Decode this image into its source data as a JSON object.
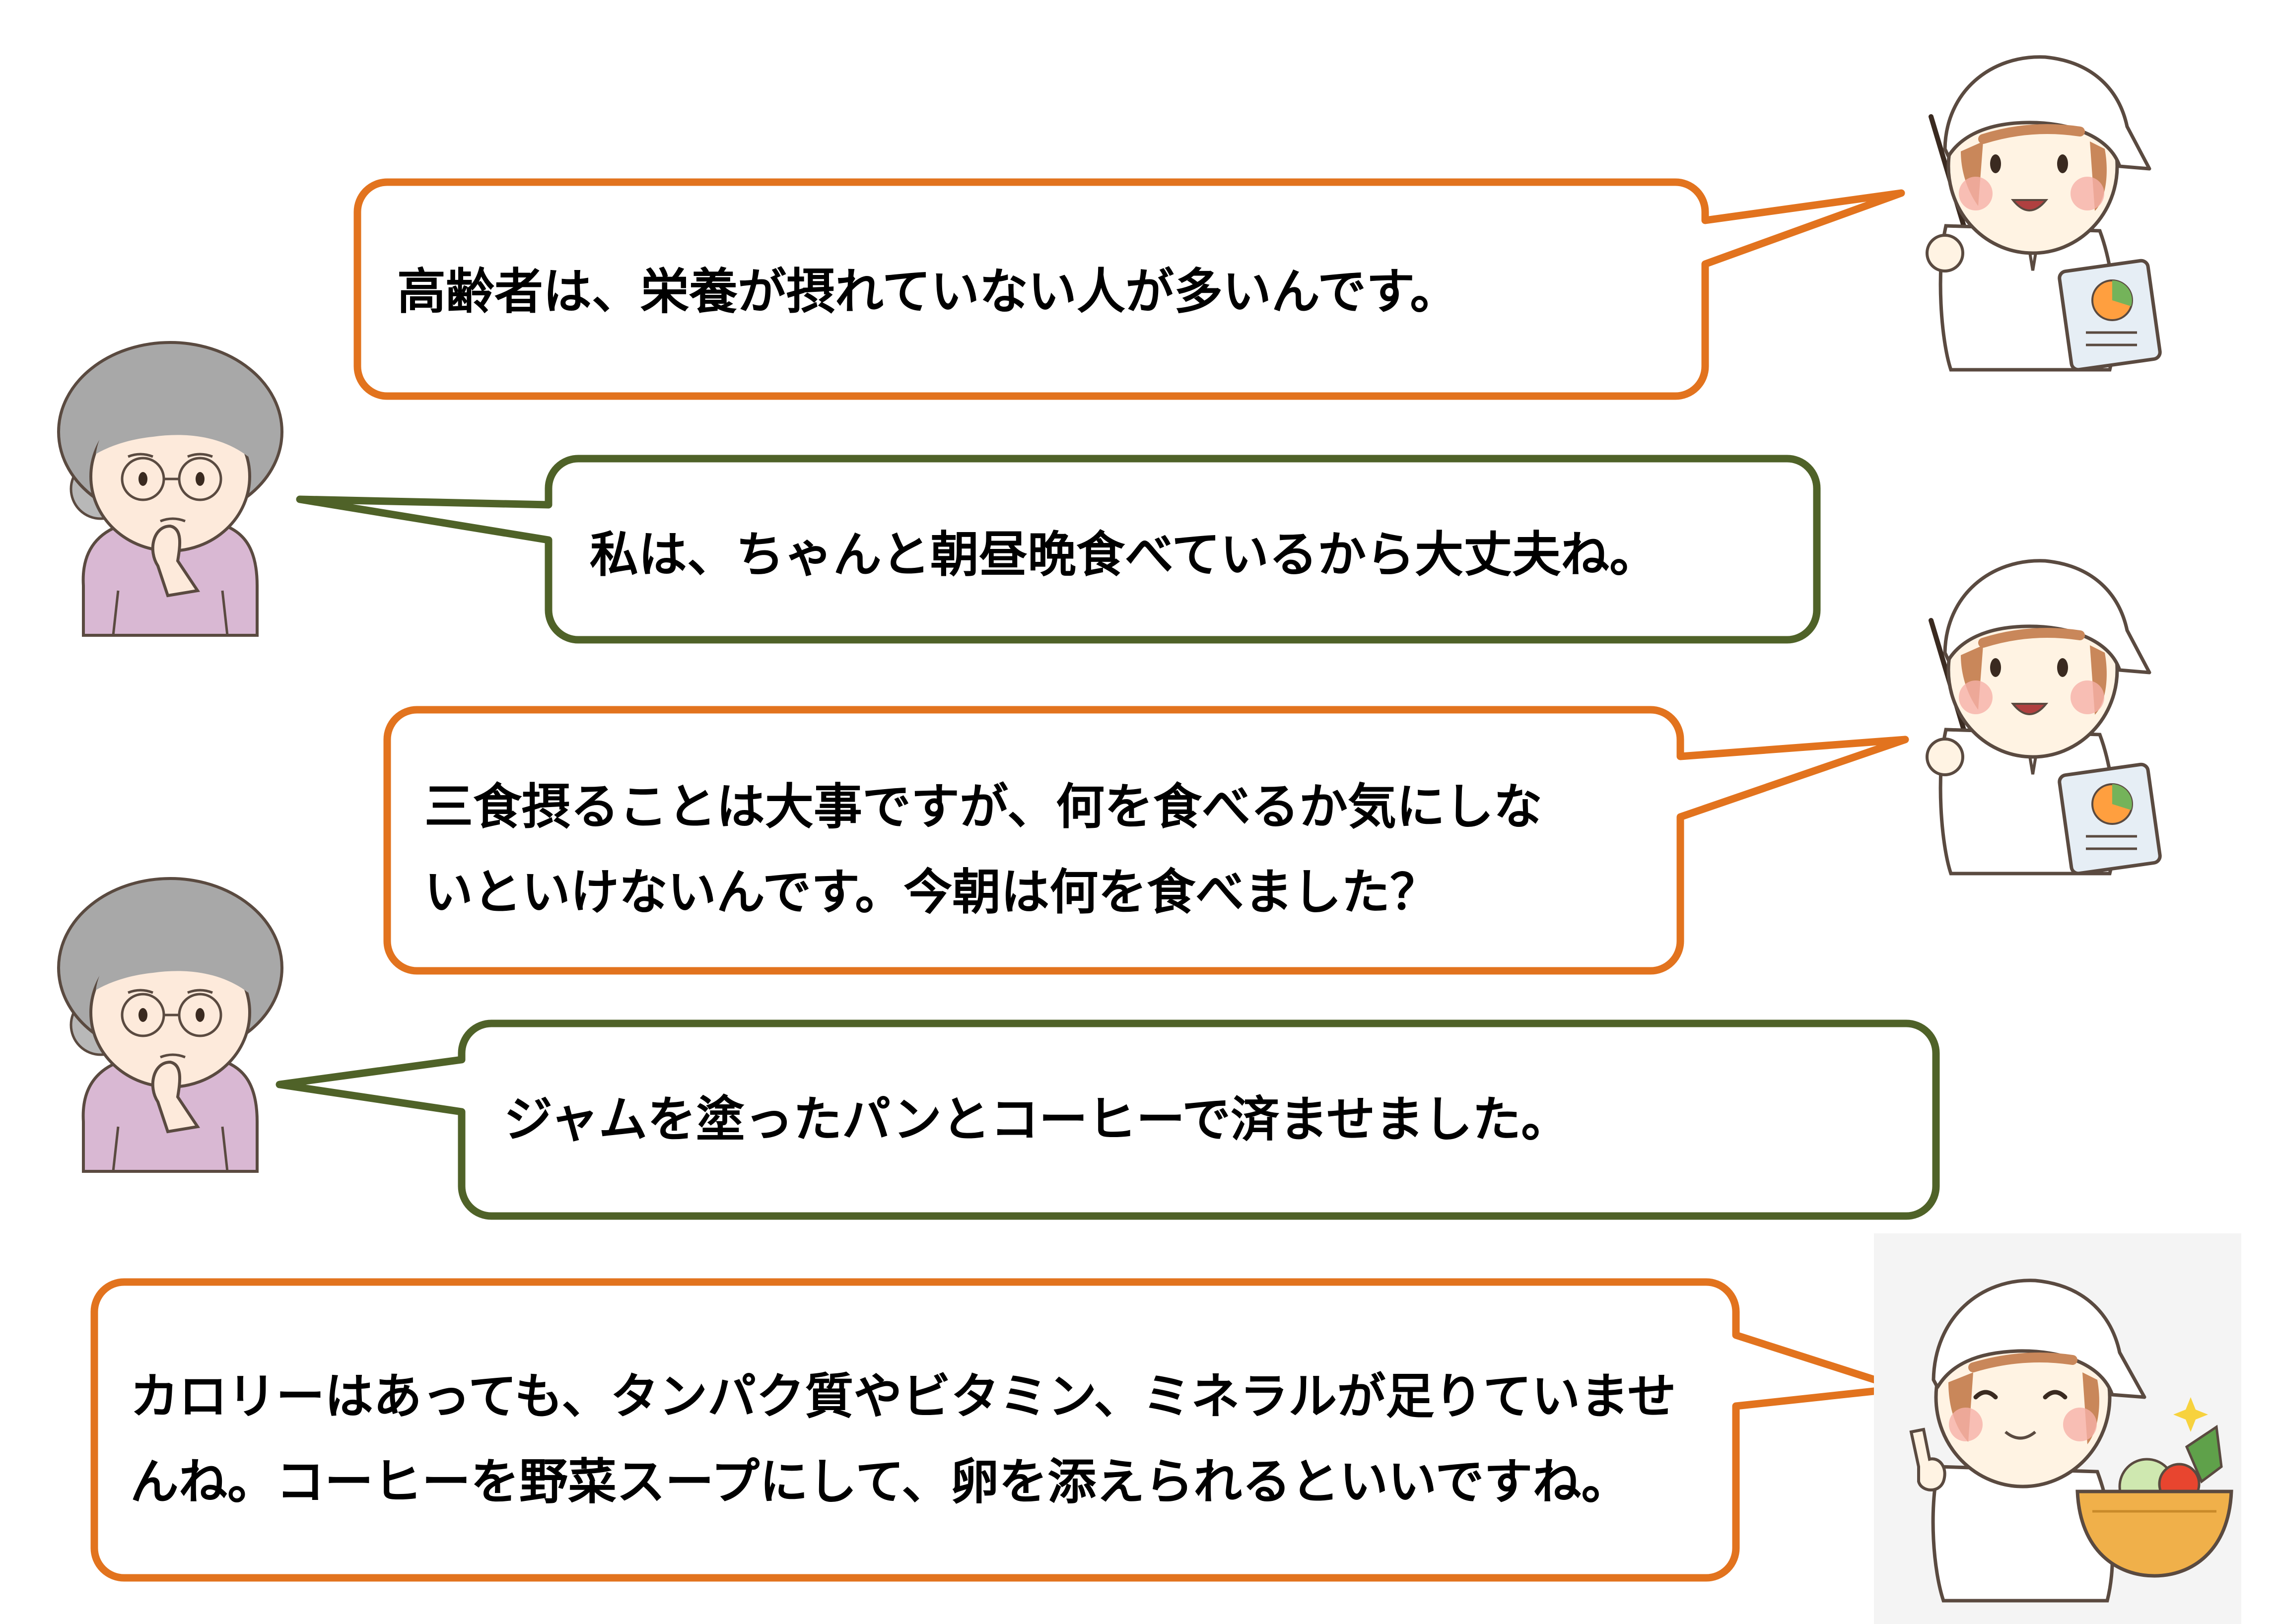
{
  "colors": {
    "nutritionist_accent": "#E2731E",
    "elder_accent": "#4F6228"
  },
  "dialogue": [
    {
      "speaker": "nutritionist",
      "text": "高齢者は、栄養が摂れていない人が多いんです。"
    },
    {
      "speaker": "elder",
      "text": "私は、ちゃんと朝昼晩食べているから大丈夫ね。"
    },
    {
      "speaker": "nutritionist",
      "lines": [
        "三食摂ることは大事ですが、何を食べるか気にしな",
        "いといけないんです。今朝は何を食べました？"
      ]
    },
    {
      "speaker": "elder",
      "text": "ジャムを塗ったパンとコーヒーで済ませました。"
    },
    {
      "speaker": "nutritionist",
      "lines": [
        "カロリーはあっても、タンパク質やビタミン、ミネラルが足りていませ",
        "んね。コーヒーを野菜スープにして、卵を添えられるといいですね。"
      ]
    }
  ],
  "icons": {
    "nutritionist": "nutritionist-with-pointer-and-chart-icon",
    "elder": "thinking-elderly-woman-icon",
    "nutritionist_vegetables": "nutritionist-with-vegetable-bowl-icon"
  }
}
